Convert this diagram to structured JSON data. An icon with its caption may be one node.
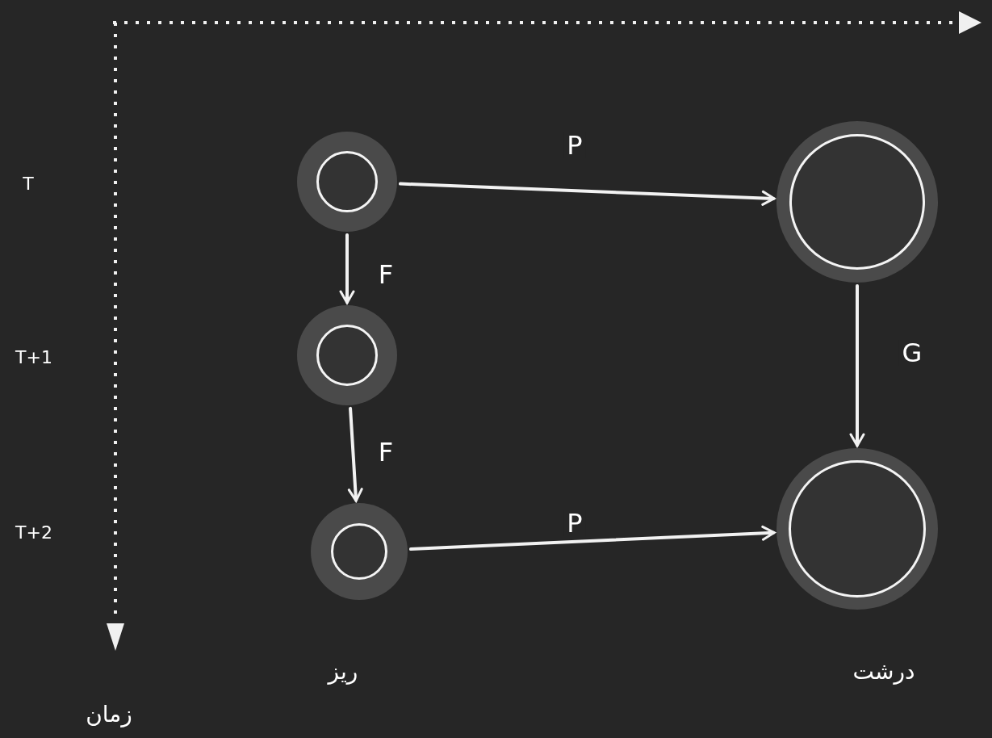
{
  "diagram": {
    "nodes": [
      {
        "text": [],
        "shape": "circle"
      },
      {
        "text": [],
        "shape": "circle"
      },
      {
        "text": [],
        "shape": "circle"
      },
      {
        "text": [],
        "shape": "circle"
      },
      {
        "text": [],
        "shape": "circle"
      }
    ],
    "edges": [
      {
        "from": 0,
        "to": 1,
        "arrow": "to",
        "label": "P"
      },
      {
        "from": 0,
        "to": 2,
        "arrow": "to",
        "label": "F"
      },
      {
        "from": 2,
        "to": 3,
        "arrow": "to",
        "label": "F"
      },
      {
        "from": 3,
        "to": 4,
        "arrow": "to",
        "label": "P"
      },
      {
        "from": 1,
        "to": 4,
        "arrow": "to",
        "label": "G"
      }
    ],
    "labels": [
      "T",
      "T+1",
      "T+2",
      "ریز",
      "درشت",
      "زمان"
    ]
  }
}
